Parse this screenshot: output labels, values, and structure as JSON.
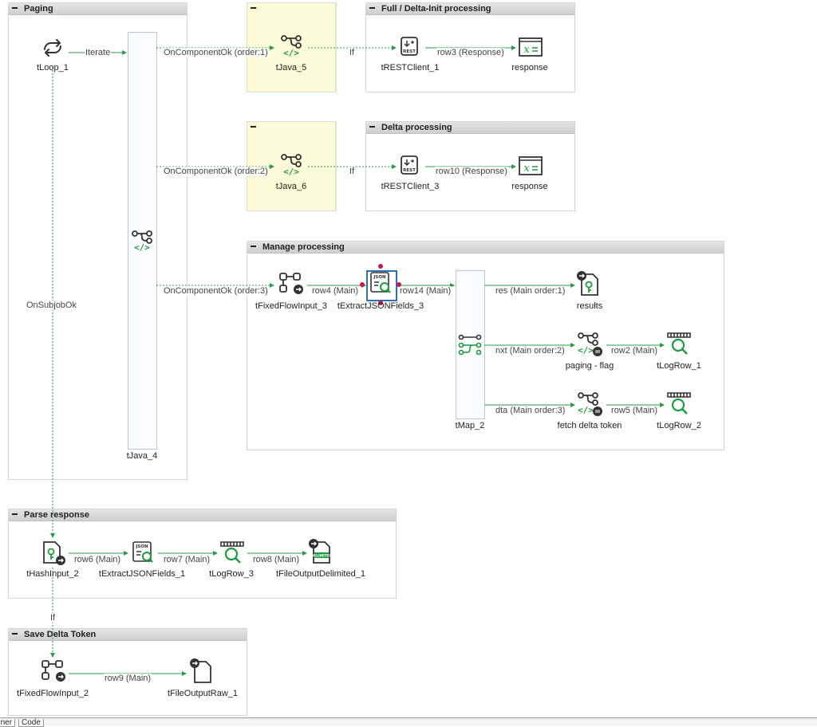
{
  "subjobs": {
    "paging": "Paging",
    "full_delta": "Full / Delta-Init processing",
    "delta": "Delta processing",
    "manage": "Manage processing",
    "parse": "Parse response",
    "save": "Save Delta Token"
  },
  "components": {
    "tLoop_1": "tLoop_1",
    "tJava_4": "tJava_4",
    "tJava_5": "tJava_5",
    "tJava_6": "tJava_6",
    "tRESTClient_1": "tRESTClient_1",
    "response_1": "response",
    "tRESTClient_3": "tRESTClient_3",
    "response_2": "response",
    "tFixedFlowInput_3": "tFixedFlowInput_3",
    "tExtractJSONFields_3": "tExtractJSONFields_3",
    "tMap_2": "tMap_2",
    "results": "results",
    "paging_flag": "paging - flag",
    "tLogRow_1": "tLogRow_1",
    "fetch_delta": "fetch delta token",
    "tLogRow_2": "tLogRow_2",
    "tHashInput_2": "tHashInput_2",
    "tExtractJSONFields_1": "tExtractJSONFields_1",
    "tLogRow_3": "tLogRow_3",
    "tFileOutputDelimited_1": "tFileOutputDelimited_1",
    "tFixedFlowInput_2": "tFixedFlowInput_2",
    "tFileOutputRaw_1": "tFileOutputRaw_1"
  },
  "links": {
    "iterate": "Iterate",
    "ok1": "OnComponentOk (order:1)",
    "if1": "If",
    "row3": "row3 (Response)",
    "ok2": "OnComponentOk (order:2)",
    "if2": "If",
    "row10": "row10 (Response)",
    "ok3": "OnComponentOk (order:3)",
    "row4": "row4 (Main)",
    "row14": "row14 (Main)",
    "res": "res (Main order:1)",
    "nxt": "nxt (Main order:2)",
    "row2": "row2 (Main)",
    "dta": "dta (Main order:3)",
    "row5": "row5 (Main)",
    "onsubjob": "OnSubjobOk",
    "row6": "row6 (Main)",
    "row7": "row7 (Main)",
    "row8": "row8 (Main)",
    "if3": "If",
    "row9": "row9 (Main)"
  },
  "icons": {
    "loop": "loop-icon",
    "java": "java-icon",
    "rest": "rest-icon",
    "variable": "variable-icon",
    "fixedflow": "fixed-flow-icon",
    "json": "json-extract-icon",
    "map": "map-icon",
    "hash": "hash-icon",
    "log": "log-icon",
    "delimited": "delimited-output-icon",
    "raw": "raw-file-output-icon"
  },
  "colors": {
    "link_green": "#2a9a4a",
    "icon_green": "#1f9a3e",
    "java_yellow": "#fbfbd8",
    "selection_blue": "#2f6db5",
    "breakpoint_red": "#c8194e"
  },
  "tabs": {
    "designer": "Designer",
    "code": "Code"
  }
}
